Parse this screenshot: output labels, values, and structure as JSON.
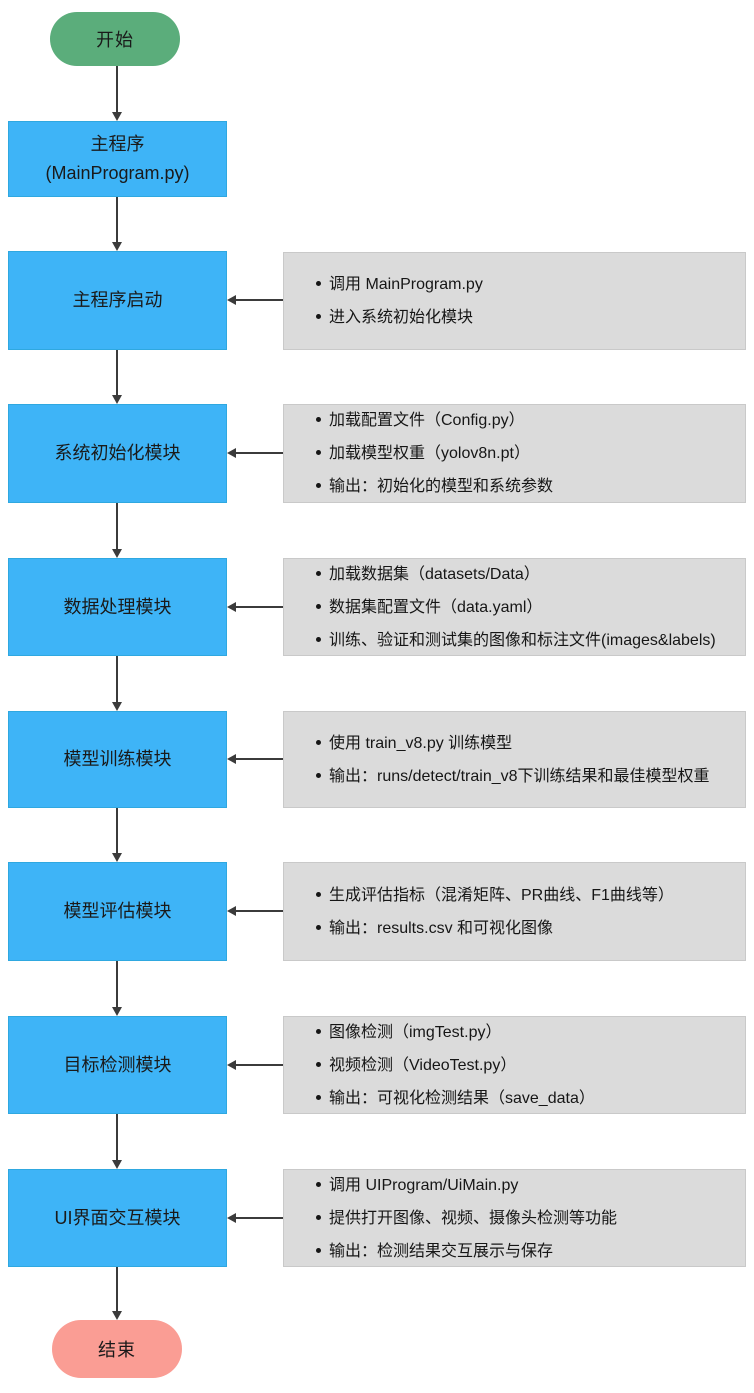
{
  "flowchart": {
    "start": {
      "label": "开始"
    },
    "end": {
      "label": "结束"
    },
    "colors": {
      "start_fill": "#5bad7b",
      "end_fill": "#fa9d94",
      "process_fill": "#3eb4f7",
      "process_border": "#2fa8e0",
      "note_fill": "#dbdbdb",
      "note_border": "#c9c9c9",
      "arrow": "#3b3b3b"
    },
    "steps": [
      {
        "label": "主程序\n(MainProgram.py)"
      },
      {
        "label": "主程序启动"
      },
      {
        "label": "系统初始化模块"
      },
      {
        "label": "数据处理模块"
      },
      {
        "label": "模型训练模块"
      },
      {
        "label": "模型评估模块"
      },
      {
        "label": "目标检测模块"
      },
      {
        "label": "UI界面交互模块"
      }
    ],
    "notes": [
      {
        "bullets": [
          "调用 MainProgram.py",
          "进入系统初始化模块"
        ]
      },
      {
        "bullets": [
          "加载配置文件（Config.py）",
          "加载模型权重（yolov8n.pt）",
          "输出：初始化的模型和系统参数"
        ]
      },
      {
        "bullets": [
          "加载数据集（datasets/Data）",
          "数据集配置文件（data.yaml）",
          "训练、验证和测试集的图像和标注文件(images&labels)"
        ]
      },
      {
        "bullets": [
          "使用 train_v8.py 训练模型",
          "输出：runs/detect/train_v8下训练结果和最佳模型权重"
        ]
      },
      {
        "bullets": [
          "生成评估指标（混淆矩阵、PR曲线、F1曲线等）",
          "输出：results.csv 和可视化图像"
        ]
      },
      {
        "bullets": [
          "图像检测（imgTest.py）",
          "视频检测（VideoTest.py）",
          "输出：可视化检测结果（save_data）"
        ]
      },
      {
        "bullets": [
          "调用 UIProgram/UiMain.py",
          "提供打开图像、视频、摄像头检测等功能",
          "输出：检测结果交互展示与保存"
        ]
      }
    ]
  }
}
